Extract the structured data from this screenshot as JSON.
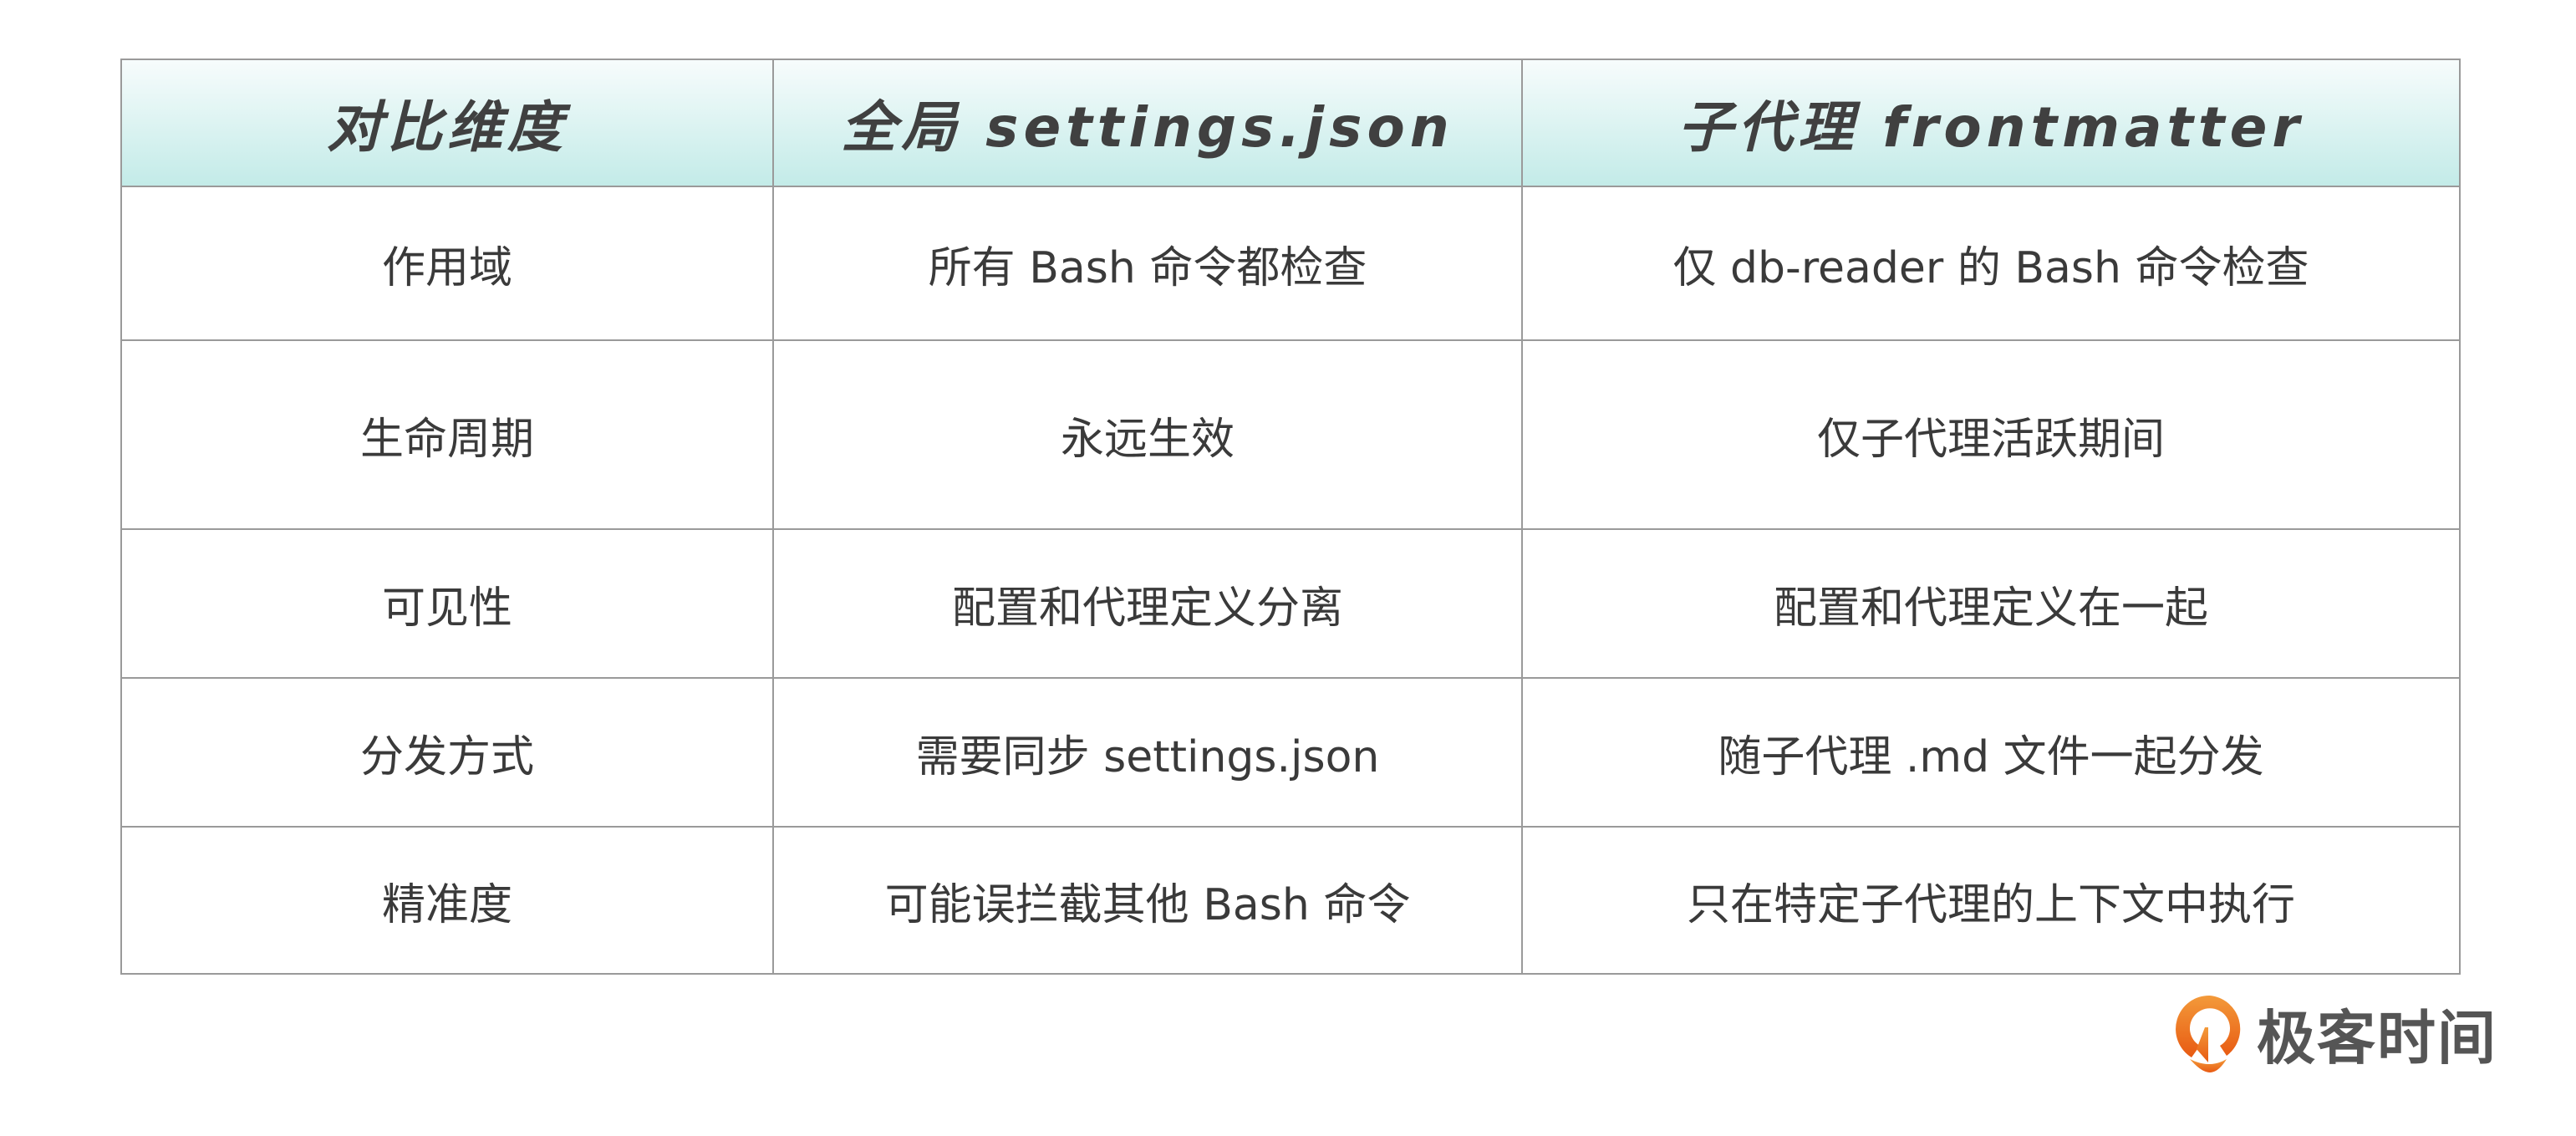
{
  "table": {
    "headers": [
      "对比维度",
      "全局 settings.json",
      "子代理 frontmatter"
    ],
    "rows": [
      [
        "作用域",
        "所有 Bash 命令都检查",
        "仅 db-reader 的 Bash 命令检查"
      ],
      [
        "生命周期",
        "永远生效",
        "仅子代理活跃期间"
      ],
      [
        "可见性",
        "配置和代理定义分离",
        "配置和代理定义在一起"
      ],
      [
        "分发方式",
        "需要同步 settings.json",
        "随子代理 .md 文件一起分发"
      ],
      [
        "精准度",
        "可能误拦截其他 Bash 命令",
        "只在特定子代理的上下文中执行"
      ]
    ]
  },
  "logo": {
    "text": "极客时间",
    "icon": "geektime-logo-icon",
    "color": "#ee6a1a"
  }
}
